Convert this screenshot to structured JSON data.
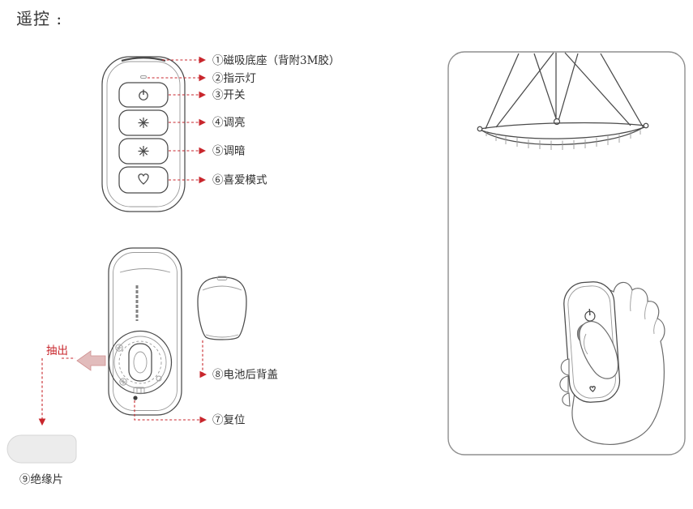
{
  "page": {
    "title": "遥控 :"
  },
  "colors": {
    "accent_red": "#c8262c",
    "line_dark": "#4a4a4a",
    "line_light": "#9a9a9a"
  },
  "front_callouts": {
    "magnetic_base": "①磁吸底座（背附3M胶）",
    "indicator": "②指示灯",
    "power": "③开关",
    "brighten": "④调亮",
    "dim": "⑤调暗",
    "favorite": "⑥喜爱模式"
  },
  "back_callouts": {
    "pull_out": "抽出",
    "battery_cover": "⑧电池后背盖",
    "reset": "⑦复位",
    "insulation": "⑨绝缘片"
  }
}
